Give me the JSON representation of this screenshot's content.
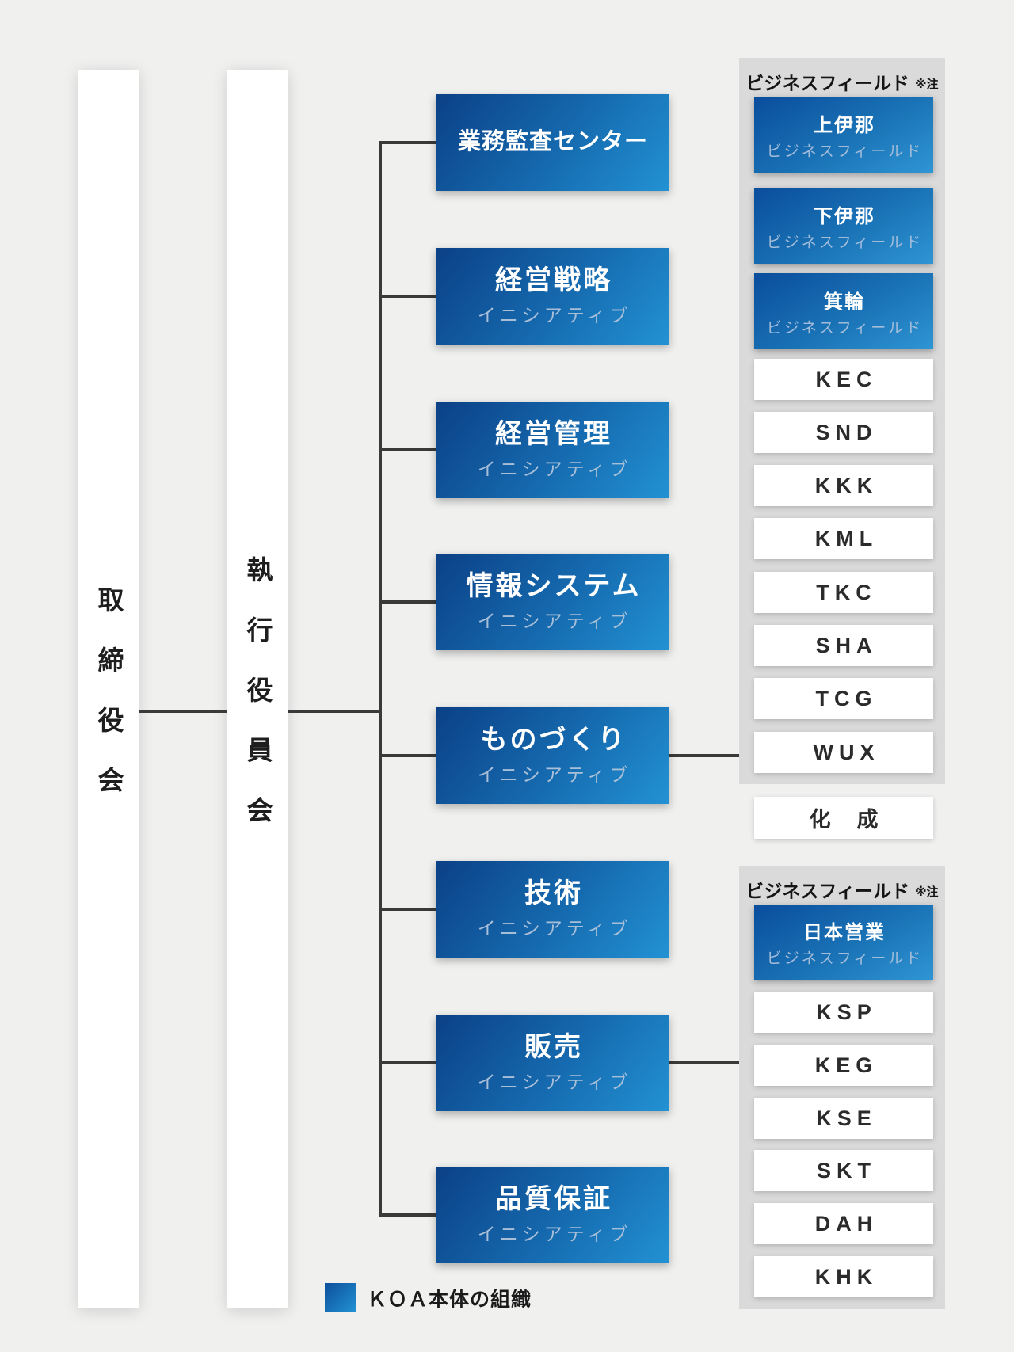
{
  "bars": [
    {
      "label": "取締役会"
    },
    {
      "label": "執行役員会"
    }
  ],
  "initiatives": [
    {
      "title": "業務監査センター",
      "subtitle": ""
    },
    {
      "title": "経営戦略",
      "subtitle": "イニシアティブ"
    },
    {
      "title": "経営管理",
      "subtitle": "イニシアティブ"
    },
    {
      "title": "情報システム",
      "subtitle": "イニシアティブ"
    },
    {
      "title": "ものづくり",
      "subtitle": "イニシアティブ"
    },
    {
      "title": "技術",
      "subtitle": "イニシアティブ"
    },
    {
      "title": "販売",
      "subtitle": "イニシアティブ"
    },
    {
      "title": "品質保証",
      "subtitle": "イニシアティブ"
    }
  ],
  "panel_top": {
    "header": "ビジネスフィールド",
    "note": "※注",
    "fields": [
      {
        "title": "上伊那",
        "subtitle": "ビジネスフィールド"
      },
      {
        "title": "下伊那",
        "subtitle": "ビジネスフィールド"
      },
      {
        "title": "箕輪",
        "subtitle": "ビジネスフィールド"
      }
    ],
    "codes": [
      "KEC",
      "SND",
      "KKK",
      "KML",
      "TKC",
      "SHA",
      "TCG",
      "WUX"
    ]
  },
  "standalone_box": {
    "label": "化　成"
  },
  "panel_bottom": {
    "header": "ビジネスフィールド",
    "note": "※注",
    "fields": [
      {
        "title": "日本営業",
        "subtitle": "ビジネスフィールド"
      }
    ],
    "codes": [
      "KSP",
      "KEG",
      "KSE",
      "SKT",
      "DAH",
      "KHK"
    ]
  },
  "legend": {
    "label": "ＫＯＡ本体の組織"
  },
  "colors": {
    "background": "#f0f0ef",
    "panel_gray": "#dadada",
    "box_blue_dark": "#0b4086",
    "box_blue_light": "#2292d3",
    "line": "#3a3a3a",
    "subtitle_blue": "#a9bfd8",
    "text_dark": "#1e1e1e"
  }
}
